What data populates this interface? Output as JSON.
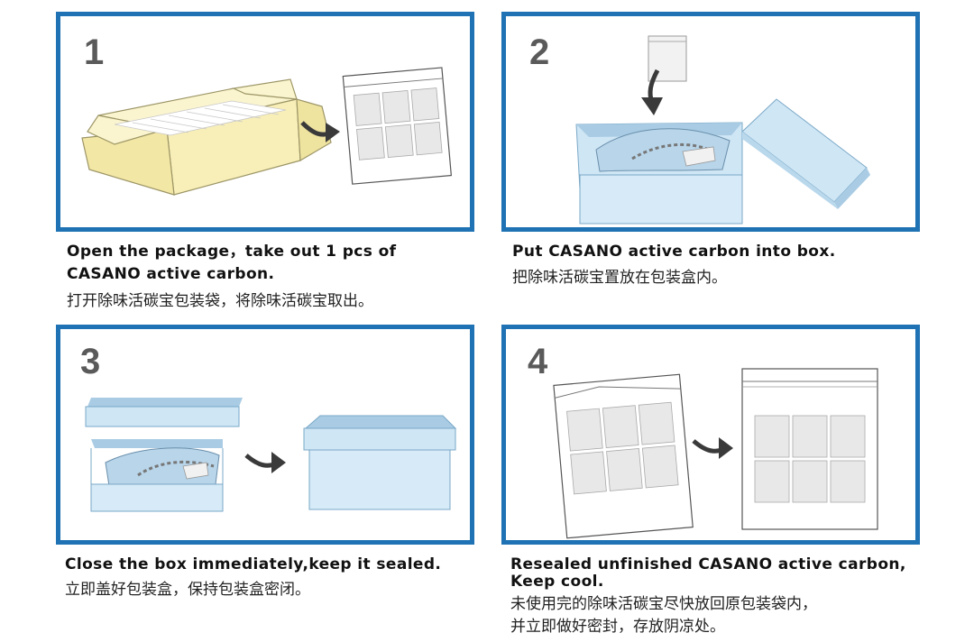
{
  "steps": [
    {
      "number": "1",
      "en_line1": "Open the package，take out 1 pcs  of",
      "en_line2": "CASANO active carbon.",
      "zh_line1": "打开除味活碳宝包装袋，将除味活碳宝取出。"
    },
    {
      "number": "2",
      "en_line1": "Put CASANO active carbon into box.",
      "zh_line1": "把除味活碳宝置放在包装盒内。"
    },
    {
      "number": "3",
      "en_line1": "Close the box immediately,keep it sealed.",
      "zh_line1": "立即盖好包装盒，保持包装盒密闭。"
    },
    {
      "number": "4",
      "en_line1": "Resealed unfinished CASANO active carbon,",
      "en_line2": "Keep cool.",
      "zh_line1": "未使用完的除味活碳宝尽快放回原包装袋内，",
      "zh_line2": "并立即做好密封，存放阴凉处。"
    }
  ],
  "colors": {
    "frame": "#1f72b3",
    "box_blue": "#cfe6f5",
    "box_yellow": "#f8efb8",
    "arrow": "#3a3a3a"
  }
}
